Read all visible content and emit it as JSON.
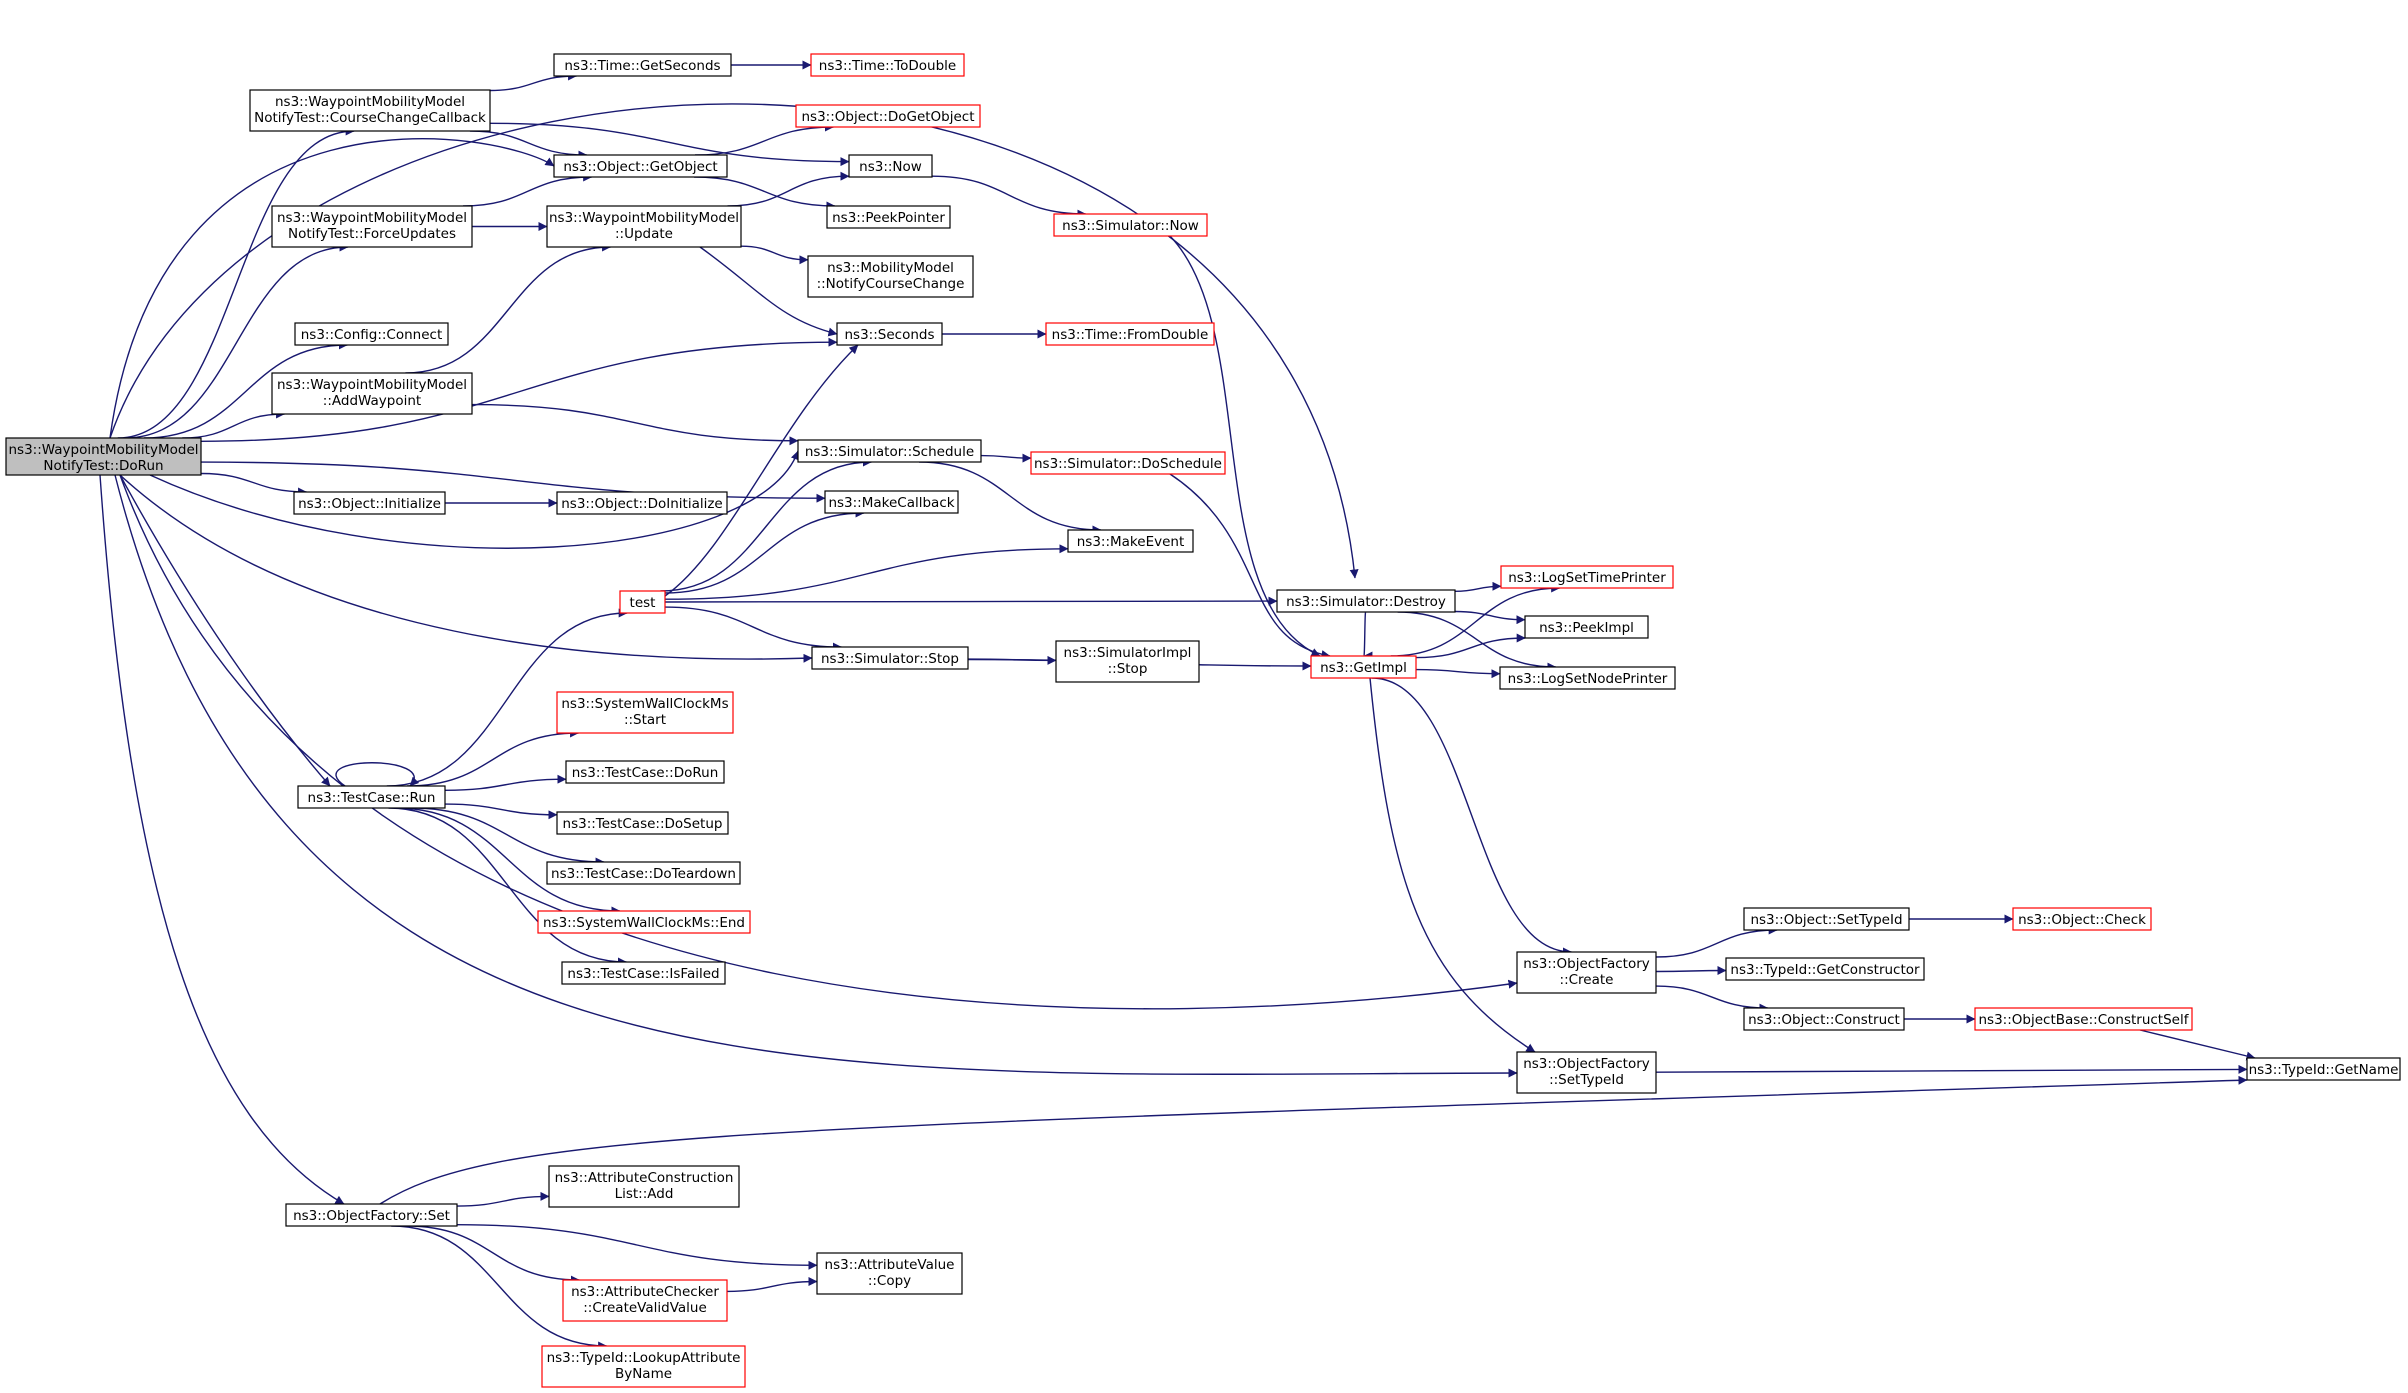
{
  "colors": {
    "edge": "#191970",
    "node_border": "#000000",
    "external_node_border": "#ff0000",
    "root_fill": "#bfbfbf",
    "background": "#ffffff"
  },
  "nodes": [
    {
      "id": "dorun",
      "lines": [
        "ns3::WaypointMobilityModel",
        "NotifyTest::DoRun"
      ],
      "kind": "root"
    },
    {
      "id": "ccb",
      "lines": [
        "ns3::WaypointMobilityModel",
        "NotifyTest::CourseChangeCallback"
      ],
      "kind": "normal"
    },
    {
      "id": "getsec",
      "lines": [
        "ns3::Time::GetSeconds"
      ],
      "kind": "normal"
    },
    {
      "id": "todouble",
      "lines": [
        "ns3::Time::ToDouble"
      ],
      "kind": "external"
    },
    {
      "id": "dogetobj",
      "lines": [
        "ns3::Object::DoGetObject"
      ],
      "kind": "external"
    },
    {
      "id": "getobj",
      "lines": [
        "ns3::Object::GetObject"
      ],
      "kind": "normal"
    },
    {
      "id": "now",
      "lines": [
        "ns3::Now"
      ],
      "kind": "normal"
    },
    {
      "id": "forceupd",
      "lines": [
        "ns3::WaypointMobilityModel",
        "NotifyTest::ForceUpdates"
      ],
      "kind": "normal"
    },
    {
      "id": "update",
      "lines": [
        "ns3::WaypointMobilityModel",
        "::Update"
      ],
      "kind": "normal"
    },
    {
      "id": "peekptr",
      "lines": [
        "ns3::PeekPointer"
      ],
      "kind": "normal"
    },
    {
      "id": "simnow",
      "lines": [
        "ns3::Simulator::Now"
      ],
      "kind": "external"
    },
    {
      "id": "notifycc",
      "lines": [
        "ns3::MobilityModel",
        "::NotifyCourseChange"
      ],
      "kind": "normal"
    },
    {
      "id": "cfgconnect",
      "lines": [
        "ns3::Config::Connect"
      ],
      "kind": "normal"
    },
    {
      "id": "seconds",
      "lines": [
        "ns3::Seconds"
      ],
      "kind": "normal"
    },
    {
      "id": "fromdouble",
      "lines": [
        "ns3::Time::FromDouble"
      ],
      "kind": "external"
    },
    {
      "id": "addwp",
      "lines": [
        "ns3::WaypointMobilityModel",
        "::AddWaypoint"
      ],
      "kind": "normal"
    },
    {
      "id": "schedule",
      "lines": [
        "ns3::Simulator::Schedule"
      ],
      "kind": "normal"
    },
    {
      "id": "doschedule",
      "lines": [
        "ns3::Simulator::DoSchedule"
      ],
      "kind": "external"
    },
    {
      "id": "objinit",
      "lines": [
        "ns3::Object::Initialize"
      ],
      "kind": "normal"
    },
    {
      "id": "objdoinit",
      "lines": [
        "ns3::Object::DoInitialize"
      ],
      "kind": "normal"
    },
    {
      "id": "makecb",
      "lines": [
        "ns3::MakeCallback"
      ],
      "kind": "normal"
    },
    {
      "id": "makeevent",
      "lines": [
        "ns3::MakeEvent"
      ],
      "kind": "normal"
    },
    {
      "id": "test",
      "lines": [
        "test"
      ],
      "kind": "external"
    },
    {
      "id": "destroy",
      "lines": [
        "ns3::Simulator::Destroy"
      ],
      "kind": "normal"
    },
    {
      "id": "logtime",
      "lines": [
        "ns3::LogSetTimePrinter"
      ],
      "kind": "external"
    },
    {
      "id": "peekimpl",
      "lines": [
        "ns3::PeekImpl"
      ],
      "kind": "normal"
    },
    {
      "id": "stop",
      "lines": [
        "ns3::Simulator::Stop"
      ],
      "kind": "normal"
    },
    {
      "id": "implstop",
      "lines": [
        "ns3::SimulatorImpl",
        "::Stop"
      ],
      "kind": "normal"
    },
    {
      "id": "getimpl",
      "lines": [
        "ns3::GetImpl"
      ],
      "kind": "external"
    },
    {
      "id": "lognode",
      "lines": [
        "ns3::LogSetNodePrinter"
      ],
      "kind": "normal"
    },
    {
      "id": "swcstart",
      "lines": [
        "ns3::SystemWallClockMs",
        "::Start"
      ],
      "kind": "external"
    },
    {
      "id": "tcdorun",
      "lines": [
        "ns3::TestCase::DoRun"
      ],
      "kind": "normal"
    },
    {
      "id": "tcrun",
      "lines": [
        "ns3::TestCase::Run"
      ],
      "kind": "normal"
    },
    {
      "id": "tcsetup",
      "lines": [
        "ns3::TestCase::DoSetup"
      ],
      "kind": "normal"
    },
    {
      "id": "tcteardown",
      "lines": [
        "ns3::TestCase::DoTeardown"
      ],
      "kind": "normal"
    },
    {
      "id": "swcend",
      "lines": [
        "ns3::SystemWallClockMs::End"
      ],
      "kind": "external"
    },
    {
      "id": "tcfailed",
      "lines": [
        "ns3::TestCase::IsFailed"
      ],
      "kind": "normal"
    },
    {
      "id": "settypeid",
      "lines": [
        "ns3::Object::SetTypeId"
      ],
      "kind": "normal"
    },
    {
      "id": "objcheck",
      "lines": [
        "ns3::Object::Check"
      ],
      "kind": "external"
    },
    {
      "id": "ofcreate",
      "lines": [
        "ns3::ObjectFactory",
        "::Create"
      ],
      "kind": "normal"
    },
    {
      "id": "getctor",
      "lines": [
        "ns3::TypeId::GetConstructor"
      ],
      "kind": "normal"
    },
    {
      "id": "objconstruct",
      "lines": [
        "ns3::Object::Construct"
      ],
      "kind": "normal"
    },
    {
      "id": "constructself",
      "lines": [
        "ns3::ObjectBase::ConstructSelf"
      ],
      "kind": "external"
    },
    {
      "id": "ofsettypeid",
      "lines": [
        "ns3::ObjectFactory",
        "::SetTypeId"
      ],
      "kind": "normal"
    },
    {
      "id": "getname",
      "lines": [
        "ns3::TypeId::GetName"
      ],
      "kind": "normal"
    },
    {
      "id": "acladd",
      "lines": [
        "ns3::AttributeConstruction",
        "List::Add"
      ],
      "kind": "normal"
    },
    {
      "id": "ofset",
      "lines": [
        "ns3::ObjectFactory::Set"
      ],
      "kind": "normal"
    },
    {
      "id": "avcopy",
      "lines": [
        "ns3::AttributeValue",
        "::Copy"
      ],
      "kind": "normal"
    },
    {
      "id": "createvalid",
      "lines": [
        "ns3::AttributeChecker",
        "::CreateValidValue"
      ],
      "kind": "external"
    },
    {
      "id": "lookupattr",
      "lines": [
        "ns3::TypeId::LookupAttribute",
        "ByName"
      ],
      "kind": "external"
    }
  ],
  "edges": [
    [
      "dorun",
      "ccb"
    ],
    [
      "dorun",
      "getobj"
    ],
    [
      "dorun",
      "forceupd"
    ],
    [
      "dorun",
      "seconds"
    ],
    [
      "dorun",
      "cfgconnect"
    ],
    [
      "dorun",
      "addwp"
    ],
    [
      "dorun",
      "makecb"
    ],
    [
      "dorun",
      "objinit"
    ],
    [
      "dorun",
      "schedule"
    ],
    [
      "dorun",
      "stop"
    ],
    [
      "dorun",
      "tcrun"
    ],
    [
      "dorun",
      "ofcreate"
    ],
    [
      "dorun",
      "ofsettypeid"
    ],
    [
      "dorun",
      "ofset"
    ],
    [
      "dorun",
      "destroy"
    ],
    [
      "ccb",
      "getsec"
    ],
    [
      "ccb",
      "getobj"
    ],
    [
      "ccb",
      "now"
    ],
    [
      "getsec",
      "todouble"
    ],
    [
      "getobj",
      "dogetobj"
    ],
    [
      "getobj",
      "peekptr"
    ],
    [
      "forceupd",
      "getobj"
    ],
    [
      "forceupd",
      "update"
    ],
    [
      "update",
      "now"
    ],
    [
      "update",
      "notifycc"
    ],
    [
      "update",
      "seconds"
    ],
    [
      "now",
      "simnow"
    ],
    [
      "simnow",
      "getimpl"
    ],
    [
      "seconds",
      "fromdouble"
    ],
    [
      "addwp",
      "update"
    ],
    [
      "addwp",
      "schedule"
    ],
    [
      "schedule",
      "doschedule"
    ],
    [
      "schedule",
      "makeevent"
    ],
    [
      "doschedule",
      "getimpl"
    ],
    [
      "objinit",
      "objdoinit"
    ],
    [
      "test",
      "seconds"
    ],
    [
      "test",
      "schedule"
    ],
    [
      "test",
      "makecb"
    ],
    [
      "test",
      "makeevent"
    ],
    [
      "test",
      "destroy"
    ],
    [
      "test",
      "stop"
    ],
    [
      "stop",
      "implstop"
    ],
    [
      "stop",
      "getimpl"
    ],
    [
      "destroy",
      "logtime"
    ],
    [
      "destroy",
      "peekimpl"
    ],
    [
      "destroy",
      "lognode"
    ],
    [
      "destroy",
      "getimpl"
    ],
    [
      "getimpl",
      "logtime"
    ],
    [
      "getimpl",
      "peekimpl"
    ],
    [
      "getimpl",
      "lognode"
    ],
    [
      "getimpl",
      "ofcreate"
    ],
    [
      "getimpl",
      "ofsettypeid"
    ],
    [
      "tcrun",
      "test"
    ],
    [
      "tcrun",
      "swcstart"
    ],
    [
      "tcrun",
      "tcdorun"
    ],
    [
      "tcrun",
      "tcsetup"
    ],
    [
      "tcrun",
      "tcteardown"
    ],
    [
      "tcrun",
      "swcend"
    ],
    [
      "tcrun",
      "tcfailed"
    ],
    [
      "tcrun",
      "tcrun"
    ],
    [
      "ofcreate",
      "settypeid"
    ],
    [
      "ofcreate",
      "getctor"
    ],
    [
      "ofcreate",
      "objconstruct"
    ],
    [
      "settypeid",
      "objcheck"
    ],
    [
      "objconstruct",
      "constructself"
    ],
    [
      "constructself",
      "getname"
    ],
    [
      "ofsettypeid",
      "getname"
    ],
    [
      "ofset",
      "getname"
    ],
    [
      "ofset",
      "acladd"
    ],
    [
      "ofset",
      "avcopy"
    ],
    [
      "ofset",
      "createvalid"
    ],
    [
      "ofset",
      "lookupattr"
    ],
    [
      "createvalid",
      "avcopy"
    ]
  ]
}
